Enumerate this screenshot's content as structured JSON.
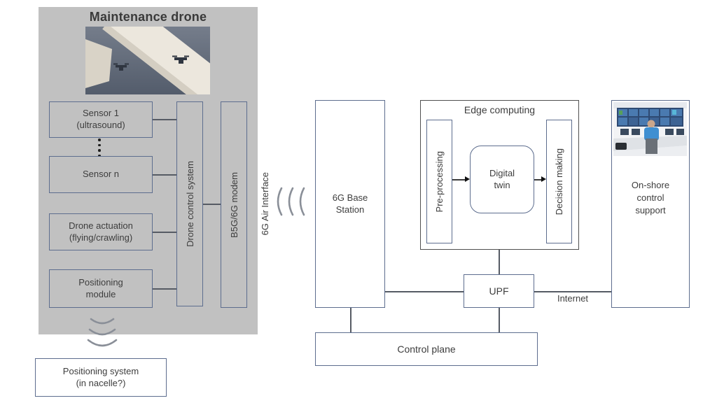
{
  "colors": {
    "panel_bg": "#c1c1c1",
    "box_border": "#5d6d8e",
    "edge_outer_border": "#4f4f4f",
    "text": "#3d3d3d",
    "connector": "#565b64",
    "sea_photo_bg": "#6e7787",
    "blade": "#ece7dd",
    "monitor_wall": "#2e4a73",
    "person_shirt": "#3f8fd1"
  },
  "drone_panel": {
    "title": "Maintenance drone",
    "sensor_1": "Sensor 1\n(ultrasound)",
    "sensor_n": "Sensor n",
    "drone_actuation": "Drone actuation\n(flying/crawling)",
    "positioning_module": "Positioning\nmodule",
    "drone_control_system": "Drone control system",
    "modem": "B5G/6G modem"
  },
  "network": {
    "air_interface": "6G Air Interface",
    "base_station": "6G Base\nStation",
    "upf": "UPF",
    "internet": "Internet",
    "control_plane": "Control plane"
  },
  "edge": {
    "title": "Edge computing",
    "pre_processing": "Pre-processing",
    "digital_twin": "Digital\ntwin",
    "decision_making": "Decision making"
  },
  "onshore": {
    "label": "On-shore\ncontrol\nsupport"
  },
  "positioning_system": {
    "label": "Positioning system\n(in nacelle?)"
  }
}
